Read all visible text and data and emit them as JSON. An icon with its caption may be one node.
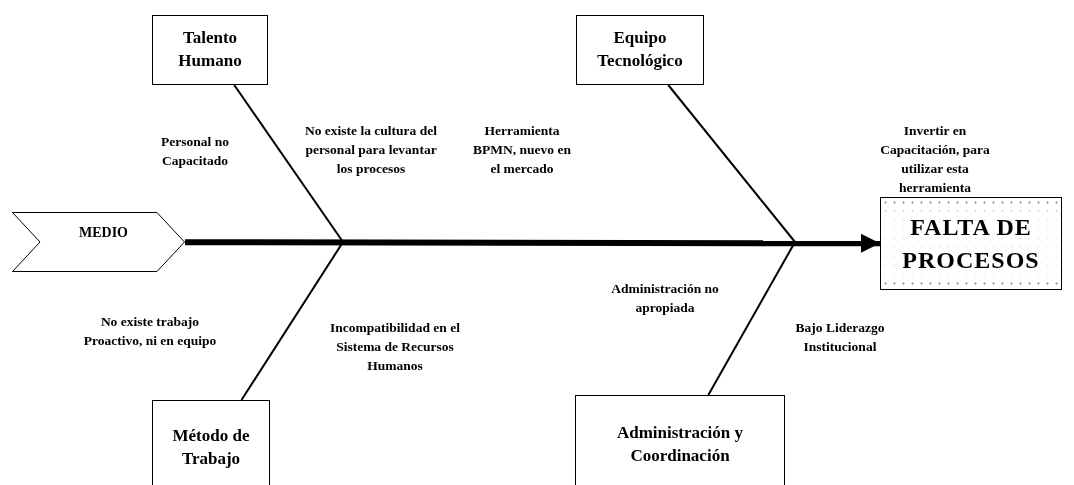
{
  "diagram": {
    "nodes": [
      {
        "text": [
          "MEDIO"
        ]
      },
      {
        "text": [
          "Talento Humano"
        ]
      },
      {
        "text": [
          "Equipo Tecnológico"
        ]
      },
      {
        "text": [
          "FALTA DE PROCESOS"
        ]
      },
      {
        "text": [
          "Método de Trabajo"
        ]
      },
      {
        "text": [
          "Administración y Coordinación"
        ]
      }
    ],
    "edges": [
      {
        "from": 0,
        "to": 3,
        "arrow": "to",
        "style": "thick"
      },
      {
        "from": 1,
        "to": null,
        "arrow": "none"
      },
      {
        "from": 2,
        "to": null,
        "arrow": "none"
      },
      {
        "from": 4,
        "to": null,
        "arrow": "none"
      },
      {
        "from": 5,
        "to": null,
        "arrow": "none"
      }
    ],
    "labels": [
      "No existe la cultura del personal para levantar los procesos",
      "Personal no Capacitado",
      "Herramienta BPMN, nuevo en el mercado",
      "Invertir en Capacitación, para utilizar esta herramienta",
      "No existe trabajo Proactivo, ni en equipo",
      "Incompatibilidad en el Sistema de Recursos Humanos",
      "Administración no apropiada",
      "Bajo Liderazgo Institucional"
    ]
  }
}
